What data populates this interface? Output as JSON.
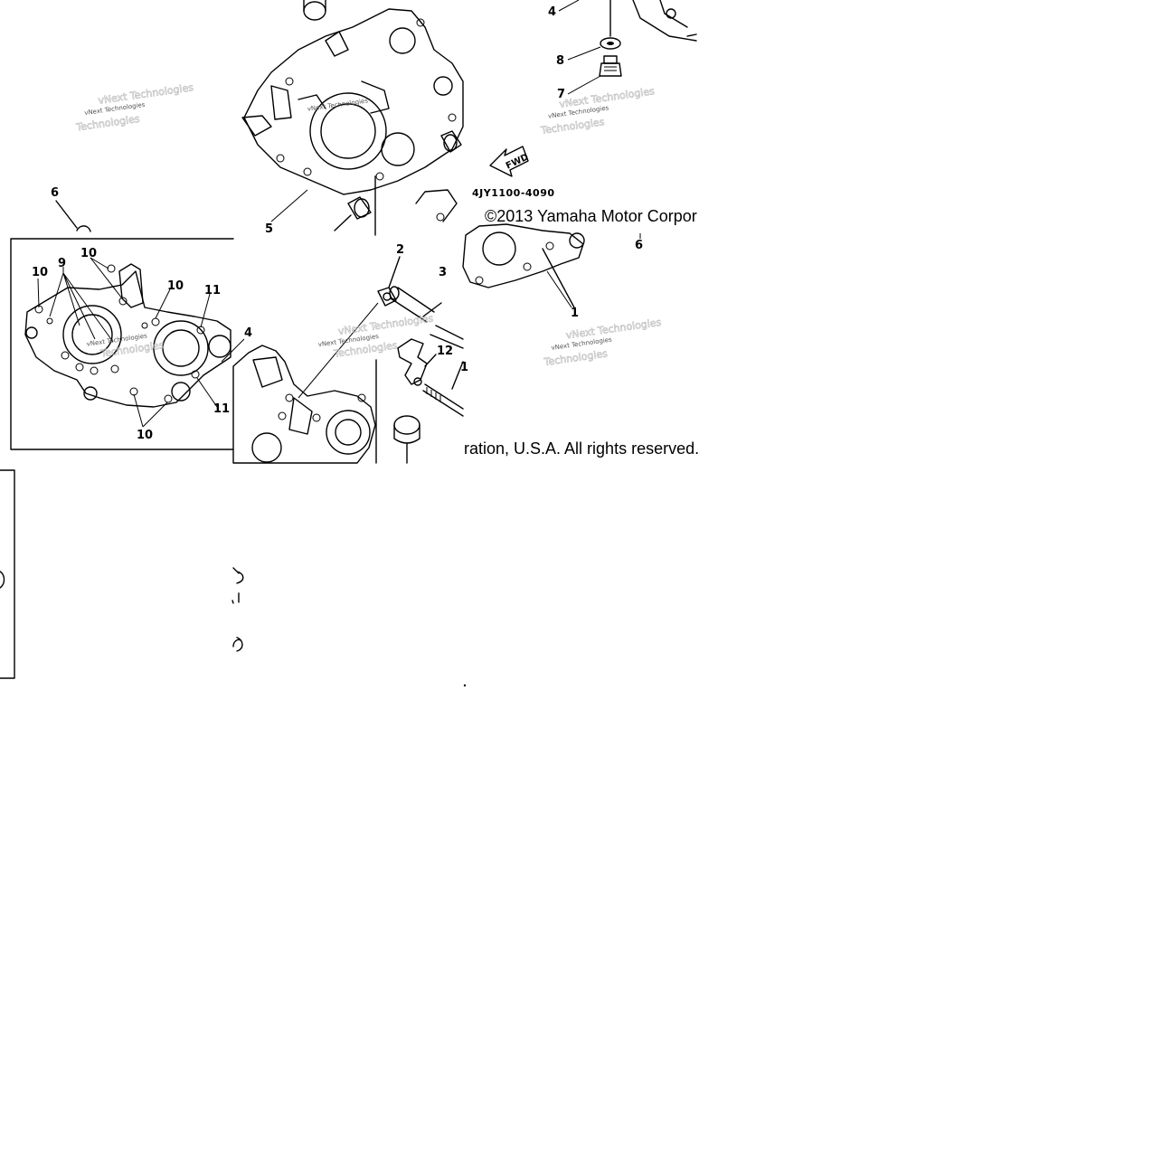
{
  "part_number": "4JY1100-4090",
  "copyright_part1": "©2013 Yamaha Motor Corpor",
  "copyright_part2": "ration, U.S.A. All rights reserved.",
  "fwd_label": "FWD",
  "watermark_line1": "vNext Technologies",
  "watermark_line2": "Technologies",
  "callouts": {
    "c1": "1",
    "c2": "2",
    "c3": "3",
    "c4": "4",
    "c5": "5",
    "c6": "6",
    "c7": "7",
    "c8": "8",
    "c9": "9",
    "c10": "10",
    "c11": "11",
    "c12": "12"
  }
}
